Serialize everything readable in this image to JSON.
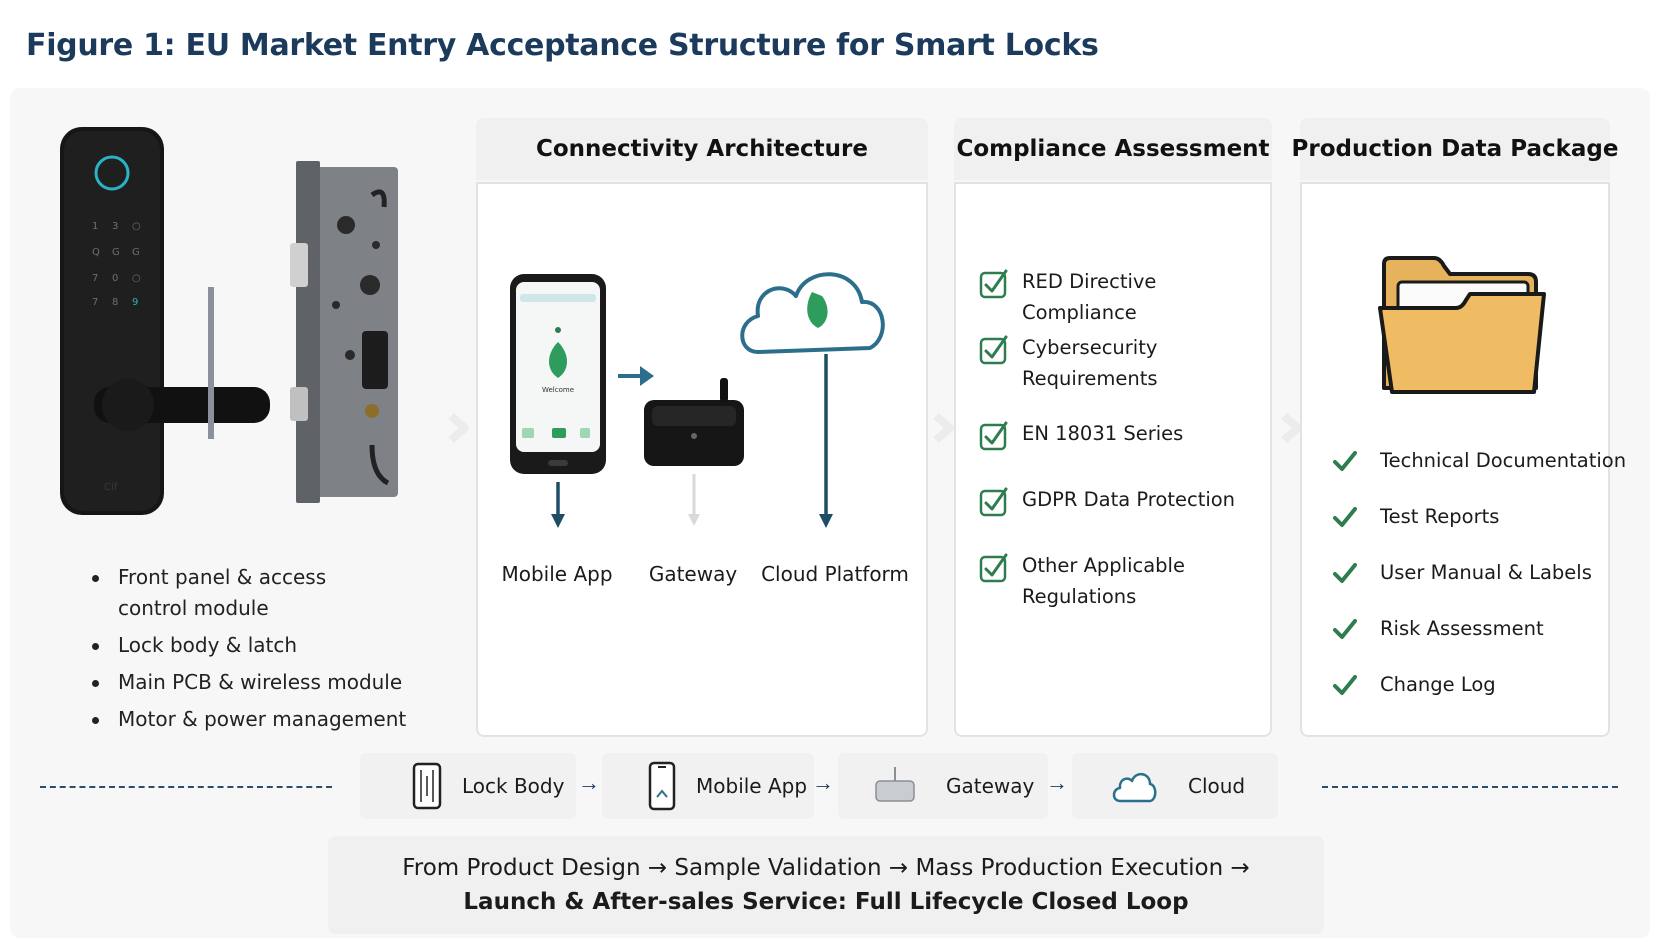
{
  "title": "Figure 1:  EU Market Entry Acceptance Structure for Smart Locks",
  "hardware": {
    "items": [
      {
        "line1": "Front panel & access",
        "line2": "control module"
      },
      {
        "line1": "Lock body & latch",
        "line2": ""
      },
      {
        "line1": "Main PCB & wireless module",
        "line2": ""
      },
      {
        "line1": "Motor & power management",
        "line2": ""
      }
    ],
    "phone_screen_text": "Welcome",
    "device_brand_text": "Cif"
  },
  "connectivity": {
    "heading": "Connectivity Architecture",
    "labels": {
      "mobile": "Mobile App",
      "gateway": "Gateway",
      "cloud": "Cloud Platform"
    }
  },
  "compliance": {
    "heading": "Compliance Assessment",
    "items": [
      {
        "line1": "RED Directive Compliance",
        "line2": ""
      },
      {
        "line1": "Cybersecurity",
        "line2": "Requirements"
      },
      {
        "line1": "EN 18031 Series",
        "line2": ""
      },
      {
        "line1": "GDPR Data Protection",
        "line2": ""
      },
      {
        "line1": "Other Applicable",
        "line2": "Regulations"
      }
    ]
  },
  "production": {
    "heading": "Production Data Package",
    "items": [
      "Technical Documentation",
      "Test Reports",
      "User Manual & Labels",
      "Risk Assessment",
      "Change Log"
    ]
  },
  "flow": {
    "steps": [
      "Lock Body",
      "Mobile App",
      "Gateway",
      "Cloud"
    ],
    "arrow": "→"
  },
  "footer": {
    "line1": "From Product Design → Sample Validation → Mass Production Execution →",
    "line2": "Launch & After-sales Service:  Full Lifecycle Closed Loop"
  },
  "colors": {
    "title": "#1b3a5c",
    "accent_teal": "#2c6f8c",
    "check_green": "#2e7d4f",
    "folder": "#e7b25c"
  }
}
